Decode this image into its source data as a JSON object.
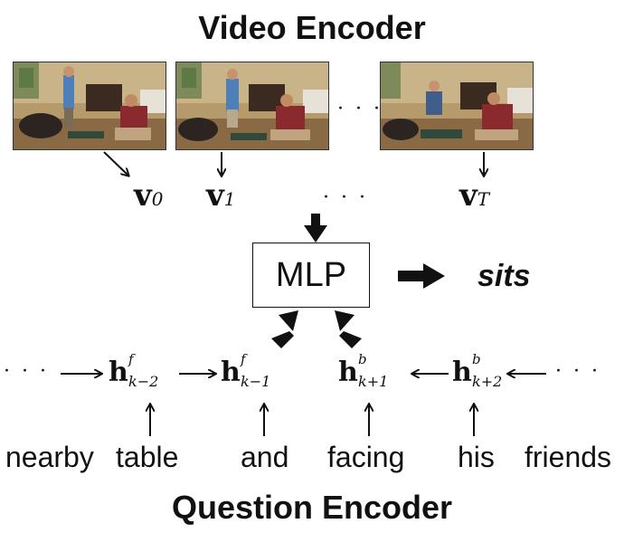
{
  "video_encoder_title": "Video Encoder",
  "question_encoder_title": "Question Encoder",
  "frames": [
    "frame 0",
    "frame 1",
    "frame T"
  ],
  "vectors": [
    {
      "base": "v",
      "sub": "0"
    },
    {
      "base": "v",
      "sub": "1"
    },
    {
      "base": "v",
      "sub": "T"
    }
  ],
  "ellipsis": "· · ·",
  "mlp_label": "MLP",
  "answer": "sits",
  "hidden_states": [
    {
      "base": "h",
      "sup": "f",
      "sub": "k−2"
    },
    {
      "base": "h",
      "sup": "f",
      "sub": "k−1"
    },
    {
      "base": "h",
      "sup": "b",
      "sub": "k+1"
    },
    {
      "base": "h",
      "sup": "b",
      "sub": "k+2"
    }
  ],
  "words": [
    "nearby",
    "table",
    "and",
    "facing",
    "his",
    "friends"
  ]
}
